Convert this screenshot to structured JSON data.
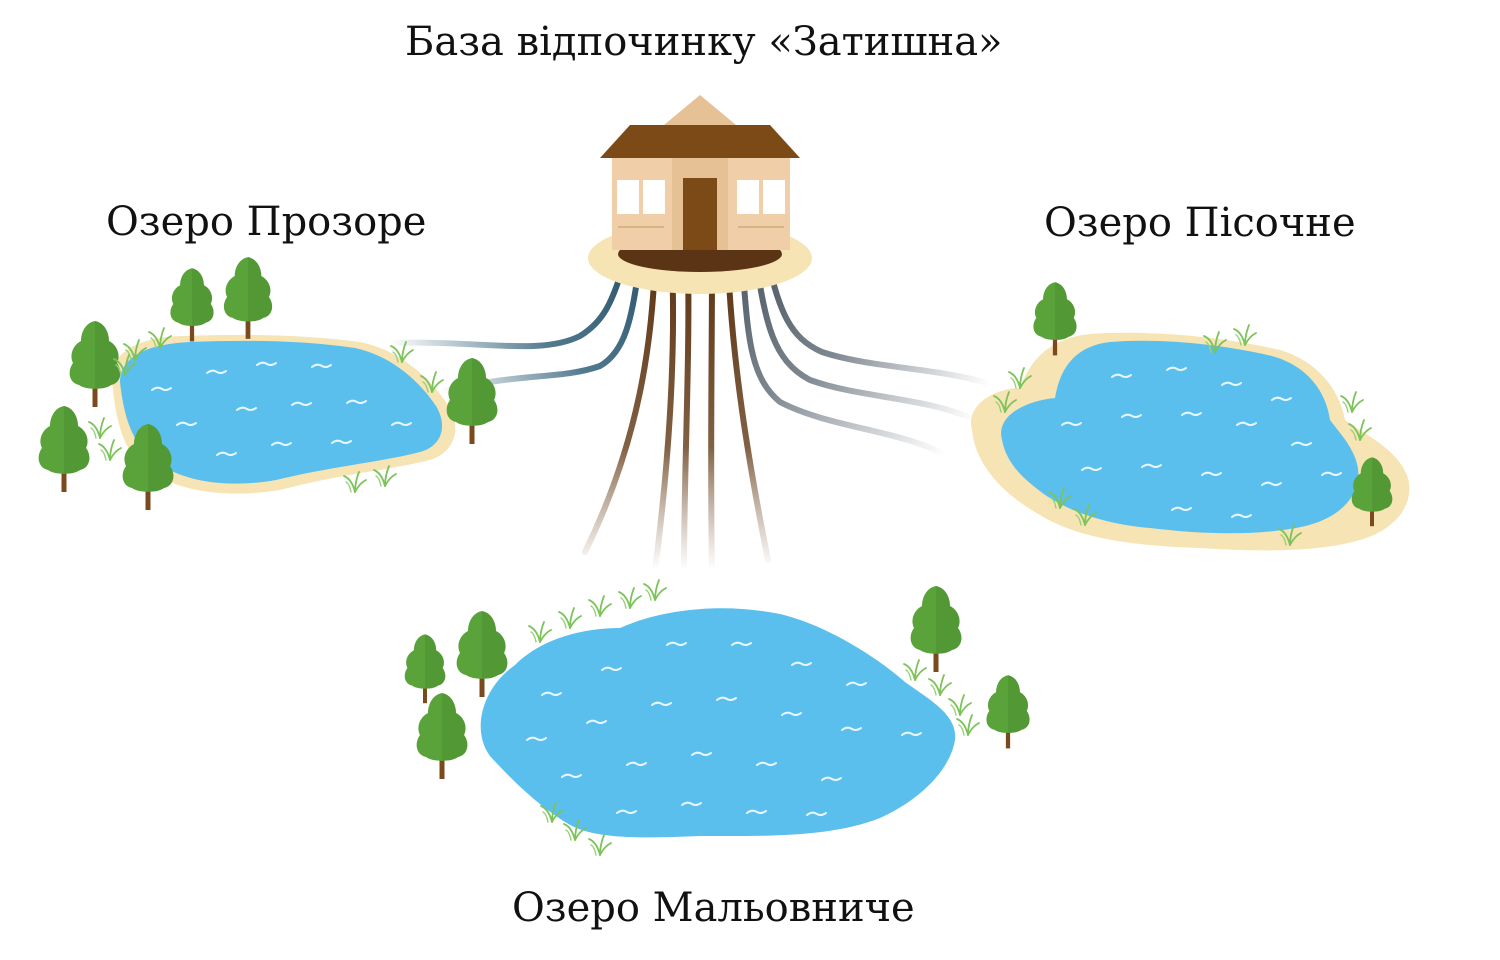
{
  "title": "База відпочинку «Затишна»",
  "lakes": {
    "prozore": "Озеро Прозоре",
    "pisochne": "Озеро Пісочне",
    "malovnyche": "Озеро Мальовниче"
  },
  "colors": {
    "water": "#5bbfee",
    "sand": "#f6e4b5",
    "tree": "#5aa23a",
    "trunk": "#7a4a1c",
    "roof": "#7b4a16",
    "wall": "#e6c196",
    "door": "#7b4a16",
    "path_blue": "#3f6b82",
    "path_brown": "#5a3414",
    "path_grey": "#7d8790"
  },
  "icons": {
    "house": "house-icon",
    "tree": "tree-icon",
    "grass": "grass-icon",
    "lake": "lake-icon"
  }
}
